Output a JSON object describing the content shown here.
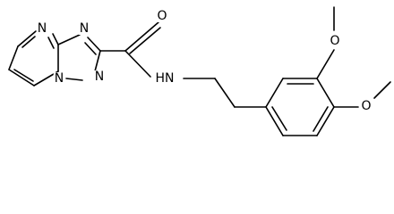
{
  "structure": {
    "atoms": {
      "n_pyrimidine_top": "N",
      "n_triazole_top": "N",
      "n_triazole_right": "N",
      "n_bridgehead": "N",
      "carbonyl_o": "O",
      "amide_nh": "HN",
      "ome_o_top": "O",
      "ome_o_right": "O"
    }
  },
  "colors": {
    "bonds": "#000000",
    "text": "#000000",
    "background": "#ffffff"
  }
}
